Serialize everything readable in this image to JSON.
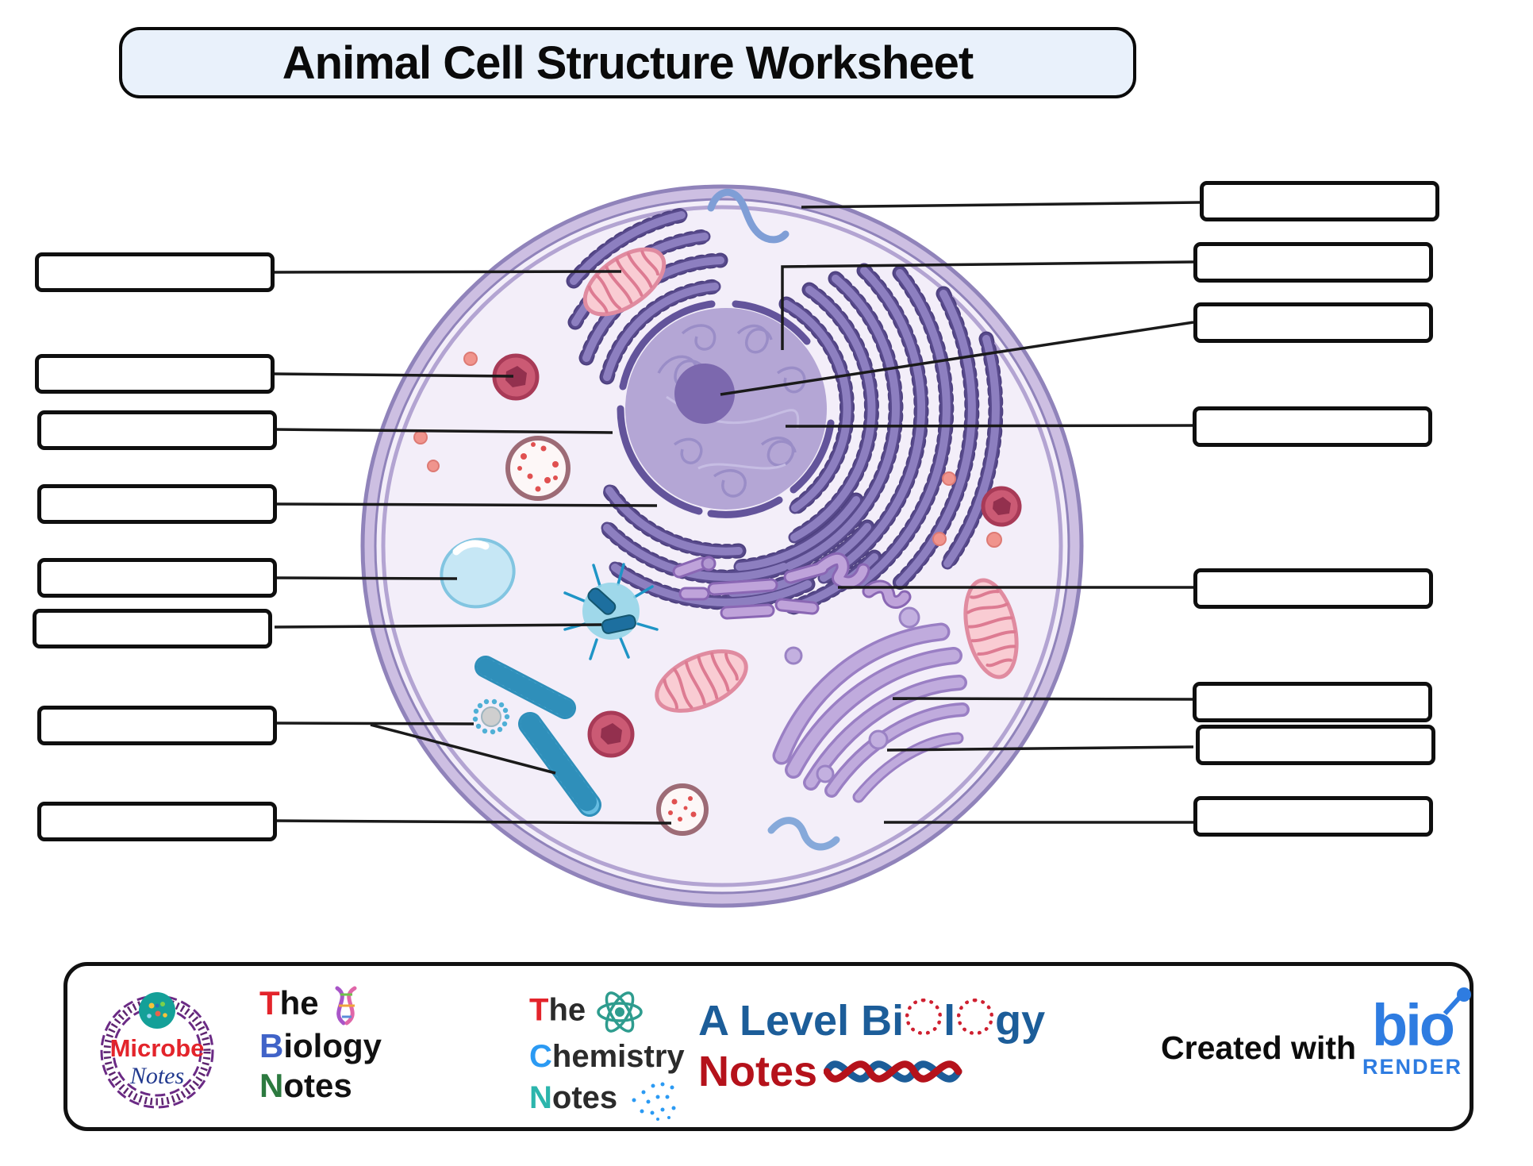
{
  "title": "Animal Cell Structure Worksheet",
  "answer_boxes": {
    "left": [
      "",
      "",
      "",
      "",
      "",
      "",
      "",
      ""
    ],
    "right": [
      "",
      "",
      "",
      "",
      "",
      "",
      "",
      ""
    ]
  },
  "colors": {
    "title_bg": "#e9f1fb",
    "leader_line": "#1a1a1a",
    "membrane_edge": "#9083ba",
    "membrane_band": "#cdbfe2",
    "cytoplasm": "#f3eef9",
    "nucleus": "#b4a6d5",
    "nucleolus": "#7c68ae",
    "nuclear_envelope": "#63549b",
    "rough_er": "#8d7fc0",
    "rough_er_dark": "#4e4180",
    "golgi": "#c0abdd",
    "smooth_er": "#bfa3da",
    "mitochondria_fill": "#f9ccd3",
    "mitochondria_edge": "#e08ba0",
    "lysosome": "#cb5a74",
    "peroxisome_edge": "#9d6b76",
    "vacuole": "#c6e7f5",
    "centrosome": "#8fd3e8",
    "cytoskeleton": "#66bde2",
    "ribosome_dot": "#f0948d",
    "filament_blue": "#7f9ed6"
  },
  "footer": {
    "microbe_notes": {
      "line1": "Microbe",
      "line2": "Notes"
    },
    "biology_notes": {
      "t": "T",
      "he": "he",
      "b": "B",
      "iology": "iology",
      "n": "N",
      "otes": "otes"
    },
    "chemistry_notes": {
      "t": "T",
      "he": "he",
      "c": "C",
      "hemistry": "hemistry",
      "n": "N",
      "otes": "otes"
    },
    "alevel_notes": {
      "line1_pre": "A Level Bi",
      "line1_mid": "l",
      "line1_post": "gy",
      "line2": "Notes"
    },
    "created_with": "Created with",
    "biorender": {
      "bio": "bio",
      "render": "RENDER"
    }
  }
}
